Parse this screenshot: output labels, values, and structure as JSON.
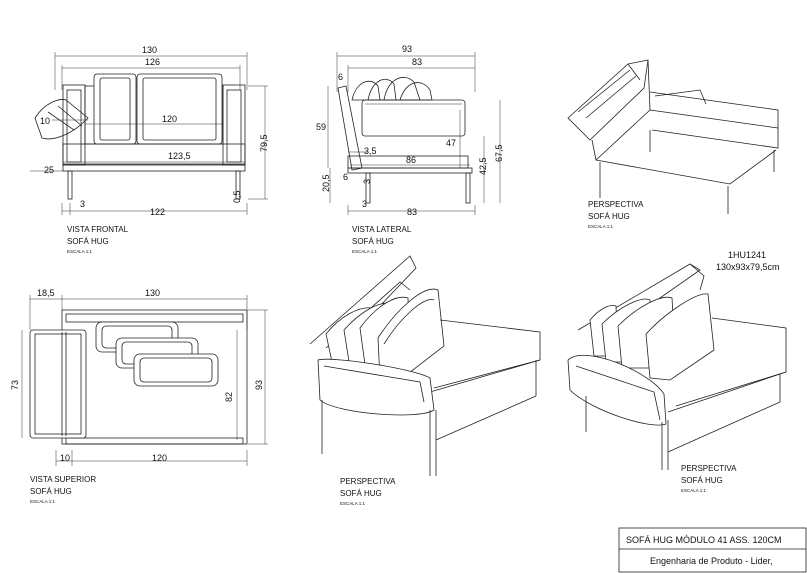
{
  "drawing": {
    "front": {
      "title": "VISTA FRONTAL",
      "subtitle": "SOFÁ HUG",
      "scale": "ESCALA 1:1",
      "dims": [
        "130",
        "126",
        "10",
        "120",
        "123,5",
        "79,5",
        "25",
        "3",
        "122",
        "0,5"
      ]
    },
    "side": {
      "title": "VISTA LATERAL",
      "subtitle": "SOFÁ HUG",
      "scale": "ESCALA 1:1",
      "dims": [
        "93",
        "83",
        "6",
        "59",
        "47",
        "3,5",
        "86",
        "67,5",
        "42,5",
        "6",
        "20,5",
        "3",
        "3",
        "83"
      ]
    },
    "top": {
      "title": "VISTA SUPERIOR",
      "subtitle": "SOFÁ HUG",
      "scale": "ESCALA 1:1",
      "dims": [
        "18,5",
        "130",
        "73",
        "82",
        "93",
        "10",
        "120"
      ]
    },
    "persp1": {
      "title": "PERSPECTIVA",
      "subtitle": "SOFÁ HUG",
      "scale": "ESCALA 1:1"
    },
    "persp2": {
      "title": "PERSPECTIVA",
      "subtitle": "SOFÁ HUG",
      "scale": "ESCALA 1:1"
    },
    "persp3": {
      "title": "PERSPECTIVA",
      "subtitle": "SOFÁ HUG",
      "scale": "ESCALA 1:1"
    },
    "code": "1HU1241",
    "size": "130x93x79,5cm",
    "titleblock": {
      "title": "SOFÁ HUG MÓDULO 41 ASS. 120CM",
      "dept": "Engenharia de Produto - Lider,"
    }
  }
}
